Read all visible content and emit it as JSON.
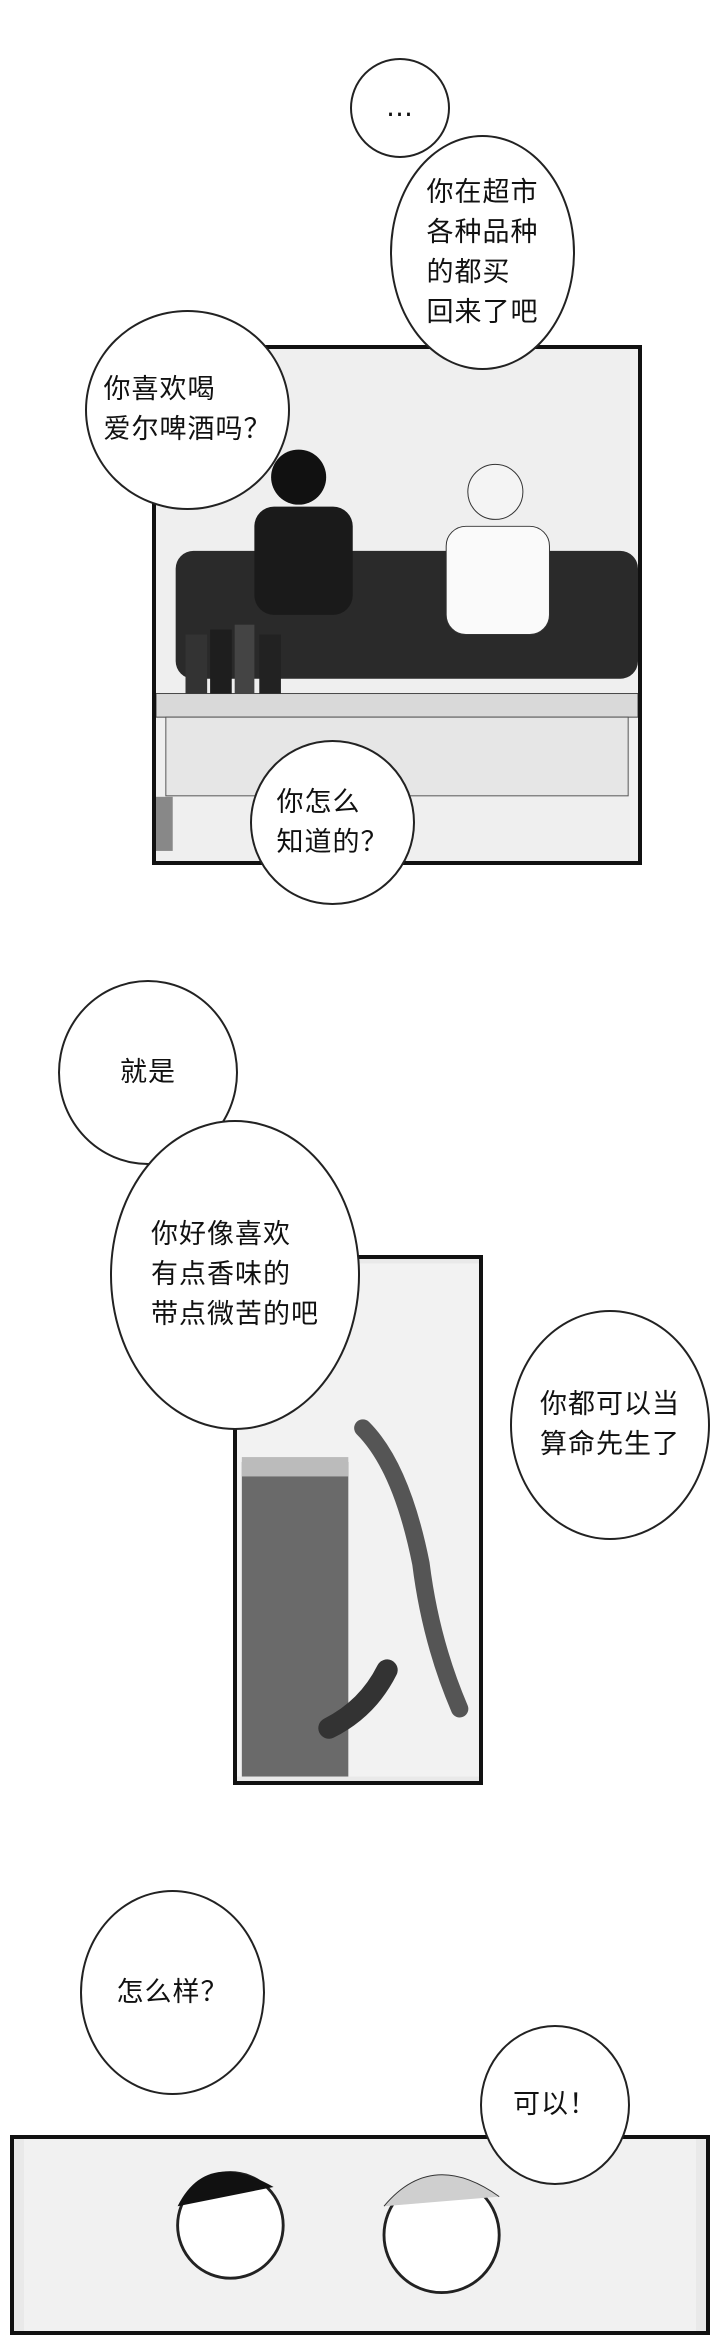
{
  "panels": [
    {
      "name": "panel-living-room"
    },
    {
      "name": "panel-beer-glass"
    },
    {
      "name": "panel-two-men-closeup"
    }
  ],
  "bubbles": {
    "ellipsis": "…",
    "bought_all": "你在超市\n各种品种\n的都买\n回来了吧",
    "like_ale": "你喜欢喝\n爱尔啤酒吗？",
    "how_know": "你怎么\n知道的？",
    "just_is": "就是",
    "seem_like": "你好像喜欢\n有点香味的\n带点微苦的吧",
    "fortune_teller": "你都可以当\n算命先生了",
    "how_is_it": "怎么样？",
    "okay": "可以！"
  }
}
